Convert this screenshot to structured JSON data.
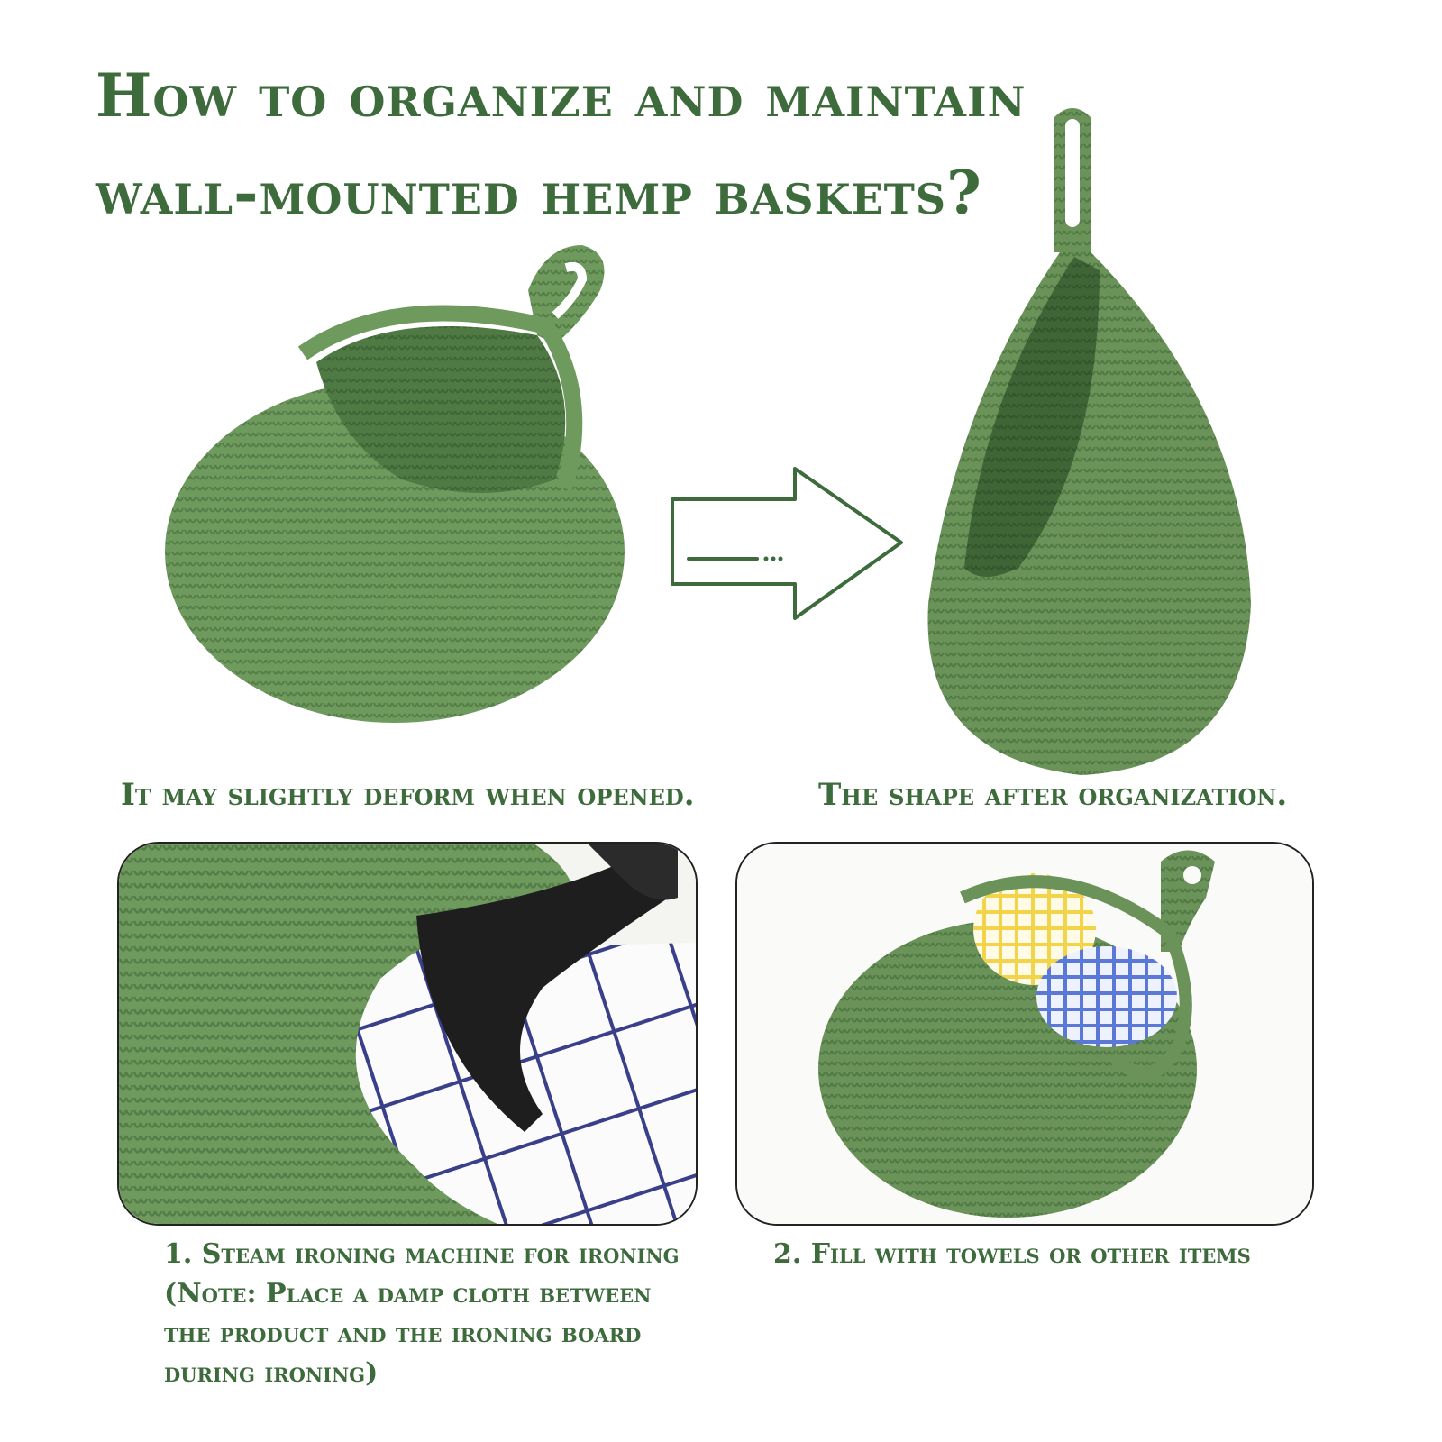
{
  "title_line1": "How to organize and maintain",
  "title_line2": "wall-mounted hemp baskets?",
  "caption_left": "It may slightly deform when opened.",
  "caption_right": "The shape after organization.",
  "step1_line1": "1. Steam ironing machine for ironing",
  "step1_line2": "(Note: Place a damp cloth between",
  "step1_line3": "the product and the ironing board",
  "step1_line4": "during ironing)",
  "step2": "2. Fill with towels or other items",
  "colors": {
    "text_green": "#3d6b3c",
    "basket_green": "#6f9a5e",
    "basket_dark": "#4f7a44",
    "iron_black": "#1e1e1e"
  }
}
